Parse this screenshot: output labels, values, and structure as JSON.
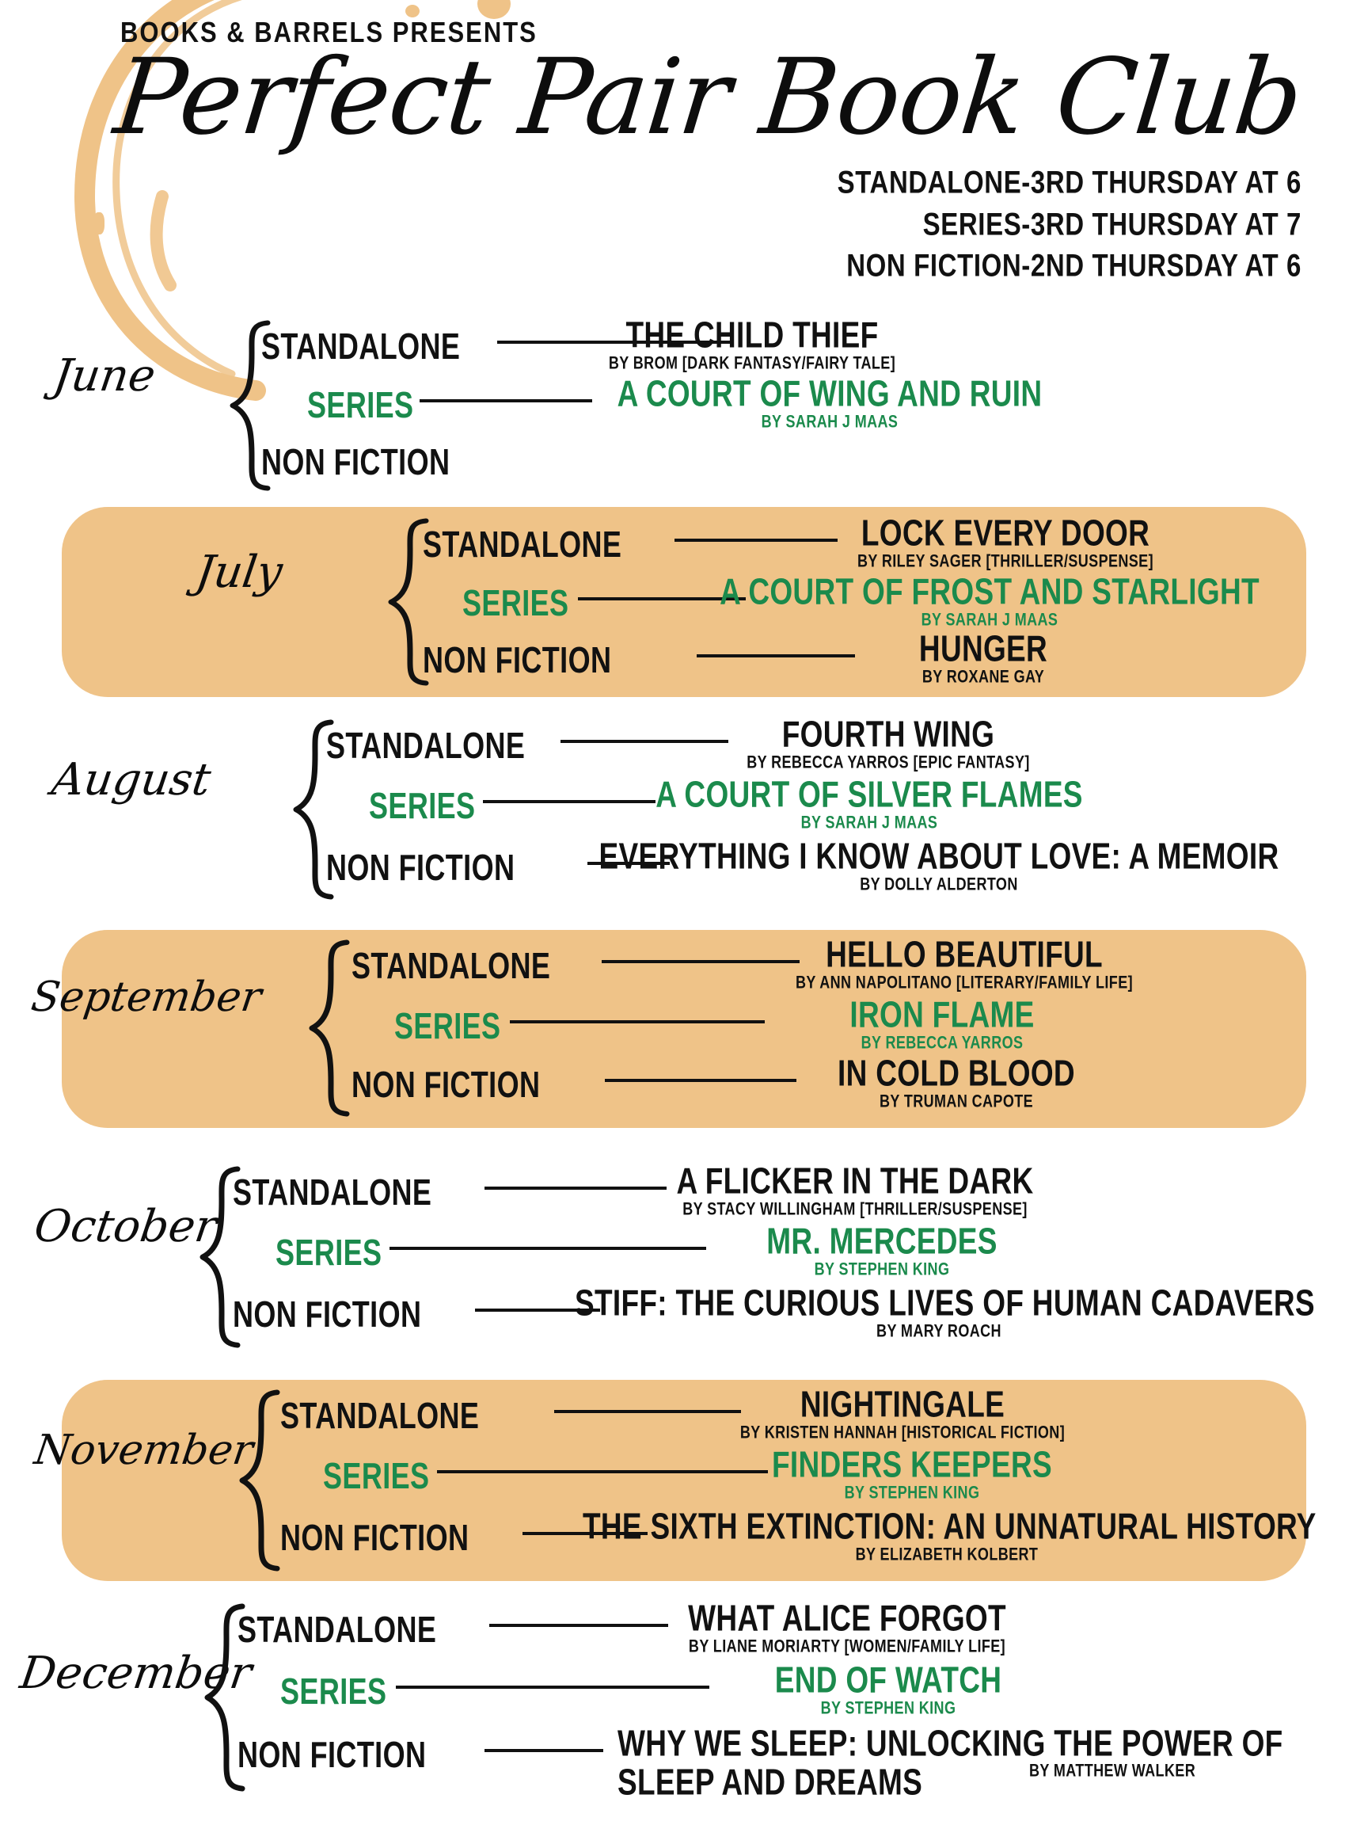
{
  "header": {
    "presents": "BOOKS & BARRELS PRESENTS",
    "title": "Perfect Pair Book Club",
    "schedule": [
      "STANDALONE-3RD THURSDAY AT 6",
      "SERIES-3RD THURSDAY AT 7",
      "NON FICTION-2ND THURSDAY AT 6"
    ]
  },
  "labels": {
    "standalone": "STANDALONE",
    "series": "SERIES",
    "nonfiction": "NON FICTION"
  },
  "colors": {
    "panel": "#efc388",
    "green": "#1b8a4c",
    "ink": "#111111",
    "page": "#ffffff"
  },
  "months": [
    {
      "name": "June",
      "shaded": false,
      "rows": [
        {
          "category": "STANDALONE",
          "title": "THE CHILD THIEF",
          "author": "BY BROM [DARK FANTASY/FAIRY TALE]",
          "green": false
        },
        {
          "category": "SERIES",
          "title": "A COURT OF WING AND RUIN",
          "author": "BY SARAH J MAAS",
          "green": true
        },
        {
          "category": "NON FICTION",
          "title": "",
          "author": "",
          "green": false
        }
      ]
    },
    {
      "name": "July",
      "shaded": true,
      "rows": [
        {
          "category": "STANDALONE",
          "title": "LOCK EVERY DOOR",
          "author": "BY  RILEY SAGER [THRILLER/SUSPENSE]",
          "green": false
        },
        {
          "category": "SERIES",
          "title": "A COURT OF FROST AND STARLIGHT",
          "author": "BY SARAH J MAAS",
          "green": true
        },
        {
          "category": "NON FICTION",
          "title": "HUNGER",
          "author": "BY ROXANE GAY",
          "green": false
        }
      ]
    },
    {
      "name": "August",
      "shaded": false,
      "rows": [
        {
          "category": "STANDALONE",
          "title": "FOURTH WING",
          "author": "BY REBECCA YARROS [EPIC FANTASY]",
          "green": false
        },
        {
          "category": "SERIES",
          "title": "A COURT OF SILVER FLAMES",
          "author": "BY SARAH J MAAS",
          "green": true
        },
        {
          "category": "NON FICTION",
          "title": "EVERYTHING I KNOW ABOUT LOVE: A MEMOIR",
          "author": "BY DOLLY ALDERTON",
          "green": false
        }
      ]
    },
    {
      "name": "September",
      "shaded": true,
      "rows": [
        {
          "category": "STANDALONE",
          "title": "HELLO BEAUTIFUL",
          "author": "BY ANN NAPOLITANO [LITERARY/FAMILY LIFE]",
          "green": false
        },
        {
          "category": "SERIES",
          "title": "IRON FLAME",
          "author": "BY REBECCA YARROS",
          "green": true
        },
        {
          "category": "NON FICTION",
          "title": "IN COLD BLOOD",
          "author": "BY TRUMAN CAPOTE",
          "green": false
        }
      ]
    },
    {
      "name": "October",
      "shaded": false,
      "rows": [
        {
          "category": "STANDALONE",
          "title": "A FLICKER IN THE DARK",
          "author": "BY STACY WILLINGHAM [THRILLER/SUSPENSE]",
          "green": false
        },
        {
          "category": "SERIES",
          "title": "MR. MERCEDES",
          "author": "BY STEPHEN KING",
          "green": true
        },
        {
          "category": "NON FICTION",
          "title": "STIFF: THE CURIOUS LIVES OF HUMAN CADAVERS",
          "author": "BY MARY ROACH",
          "green": false
        }
      ]
    },
    {
      "name": "November",
      "shaded": true,
      "rows": [
        {
          "category": "STANDALONE",
          "title": "NIGHTINGALE",
          "author": "BY KRISTEN HANNAH [HISTORICAL FICTION]",
          "green": false
        },
        {
          "category": "SERIES",
          "title": "FINDERS KEEPERS",
          "author": "BY STEPHEN KING",
          "green": true
        },
        {
          "category": "NON FICTION",
          "title": "THE SIXTH EXTINCTION: AN UNNATURAL HISTORY",
          "author": "BY ELIZABETH KOLBERT",
          "green": false
        }
      ]
    },
    {
      "name": "December",
      "shaded": false,
      "rows": [
        {
          "category": "STANDALONE",
          "title": "WHAT ALICE FORGOT",
          "author": "BY LIANE MORIARTY [WOMEN/FAMILY LIFE]",
          "green": false
        },
        {
          "category": "SERIES",
          "title": "END OF WATCH",
          "author": "BY STEPHEN KING",
          "green": true
        },
        {
          "category": "NON FICTION",
          "title": "WHY WE SLEEP: UNLOCKING THE POWER OF SLEEP AND DREAMS",
          "author": "BY MATTHEW WALKER",
          "green": false
        }
      ]
    }
  ]
}
